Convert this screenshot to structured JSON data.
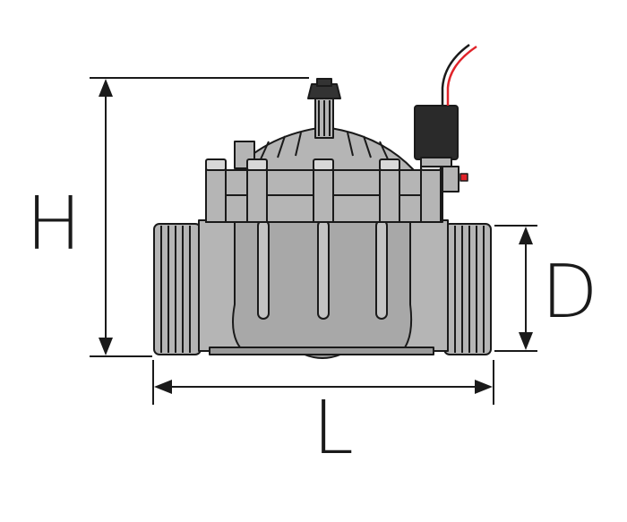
{
  "diagram": {
    "labels": {
      "height": "H",
      "diameter": "D",
      "length": "L"
    },
    "colors": {
      "body": "#b5b5b5",
      "body_dark": "#9a9a9a",
      "outline": "#1a1a1a",
      "solenoid": "#2a2a2a",
      "wire_red": "#e0242a",
      "wire_black": "#1a1a1a",
      "background": "#ffffff"
    }
  }
}
